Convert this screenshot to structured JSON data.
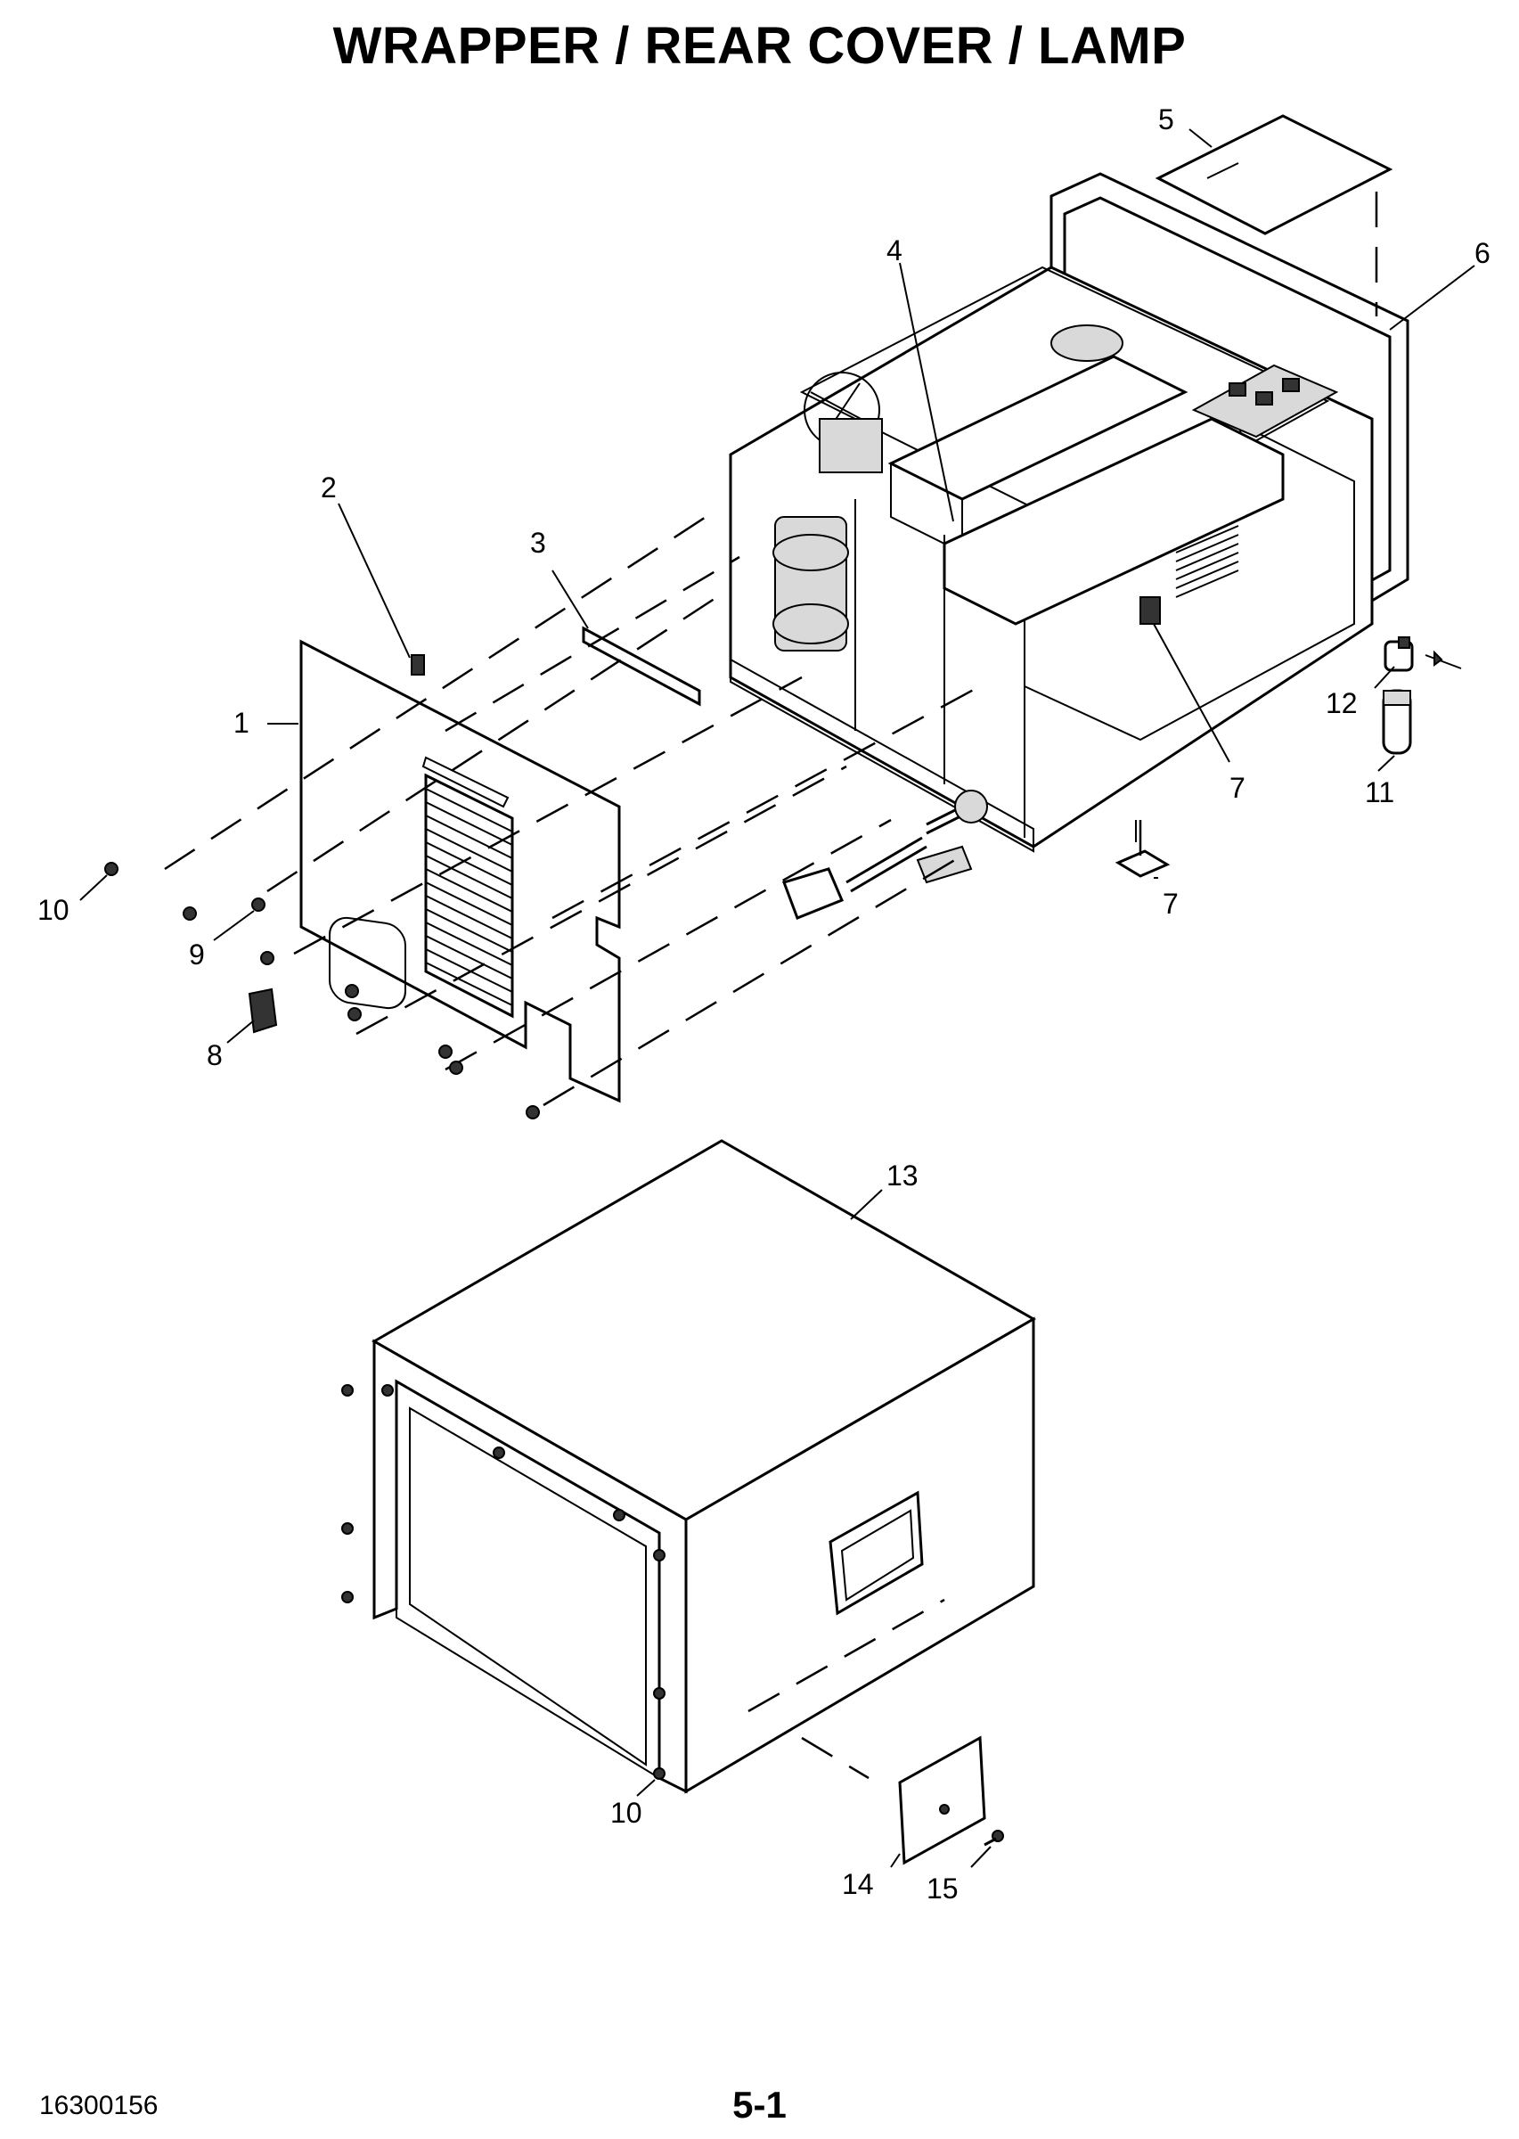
{
  "title": "WRAPPER / REAR COVER / LAMP",
  "footer": {
    "doc_number": "16300156",
    "page": "5-1"
  },
  "callouts": [
    {
      "id": "c5",
      "label": "5"
    },
    {
      "id": "c6",
      "label": "6"
    },
    {
      "id": "c4",
      "label": "4"
    },
    {
      "id": "c2",
      "label": "2"
    },
    {
      "id": "c3",
      "label": "3"
    },
    {
      "id": "c1",
      "label": "1"
    },
    {
      "id": "c12",
      "label": "12"
    },
    {
      "id": "c7a",
      "label": "7"
    },
    {
      "id": "c11",
      "label": "11"
    },
    {
      "id": "c7b",
      "label": "7"
    },
    {
      "id": "c10a",
      "label": "10"
    },
    {
      "id": "c9",
      "label": "9"
    },
    {
      "id": "c8",
      "label": "8"
    },
    {
      "id": "c13",
      "label": "13"
    },
    {
      "id": "c10b",
      "label": "10"
    },
    {
      "id": "c14",
      "label": "14"
    },
    {
      "id": "c15",
      "label": "15"
    }
  ]
}
